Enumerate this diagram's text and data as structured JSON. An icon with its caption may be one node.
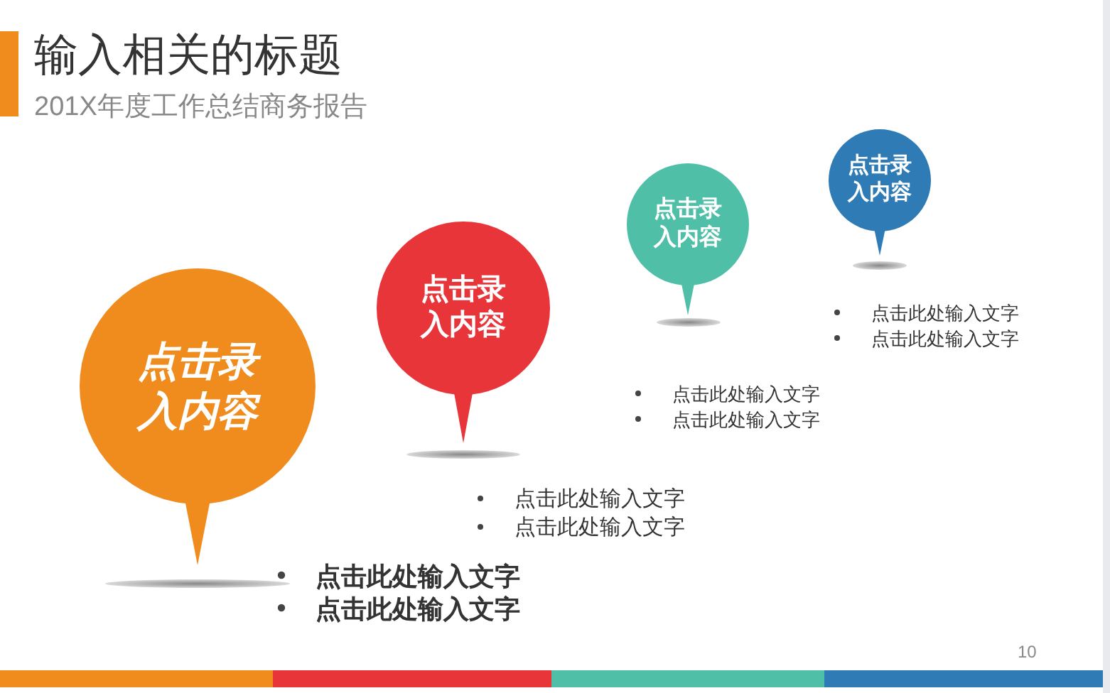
{
  "diagram": {
    "title": "输入相关的标题",
    "nodes": [
      {
        "text": [
          "点击录入内容"
        ]
      },
      {
        "text": [
          "点击录入内容"
        ]
      },
      {
        "text": [
          "点击录入内容"
        ]
      },
      {
        "text": [
          "点击录入内容"
        ]
      }
    ],
    "edges": [],
    "labels": [
      "201X年度工作总结商务报告",
      "点击此处输入文字",
      "点击此处输入文字",
      "点击此处输入文字",
      "点击此处输入文字",
      "点击此处输入文字",
      "点击此处输入文字",
      "点击此处输入文字",
      "点击此处输入文字",
      "10"
    ]
  }
}
